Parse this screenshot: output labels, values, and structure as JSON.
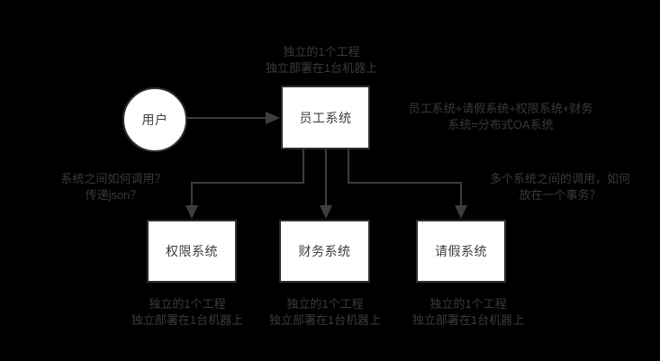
{
  "colors": {
    "background": "#000000",
    "node_fill": "#ffffff",
    "node_border": "#2e2e2e",
    "node_text": "#3d3d3d",
    "connector": "#3d3d3d",
    "annotation_text": "#3a3a3a"
  },
  "nodes": {
    "user": {
      "label": "用户",
      "shape": "circle"
    },
    "employee": {
      "label": "员工系统",
      "shape": "rect"
    },
    "permission": {
      "label": "权限系统",
      "shape": "rect"
    },
    "finance": {
      "label": "财务系统",
      "shape": "rect"
    },
    "leave": {
      "label": "请假系统",
      "shape": "rect"
    }
  },
  "annotations": {
    "employee_note": {
      "line1": "独立的1个工程",
      "line2": "独立部署在1台机器上"
    },
    "oa_formula": {
      "line1": "员工系统+请假系统+权限系统+财务",
      "line2": "系统=分布式OA系统"
    },
    "call_question": {
      "line1": "系统之间如何调用？",
      "line2": "传递json？"
    },
    "transaction_question": {
      "line1": "多个系统之间的调用，如何",
      "line2": "放在一个事务？"
    },
    "permission_note": {
      "line1": "独立的1个工程",
      "line2": "独立部署在1台机器上"
    },
    "finance_note": {
      "line1": "独立的1个工程",
      "line2": "独立部署在1台机器上"
    },
    "leave_note": {
      "line1": "独立的1个工程",
      "line2": "独立部署在1台机器上"
    }
  },
  "connections": [
    {
      "from": "user",
      "to": "employee"
    },
    {
      "from": "employee",
      "to": "permission"
    },
    {
      "from": "employee",
      "to": "finance"
    },
    {
      "from": "employee",
      "to": "leave"
    }
  ]
}
